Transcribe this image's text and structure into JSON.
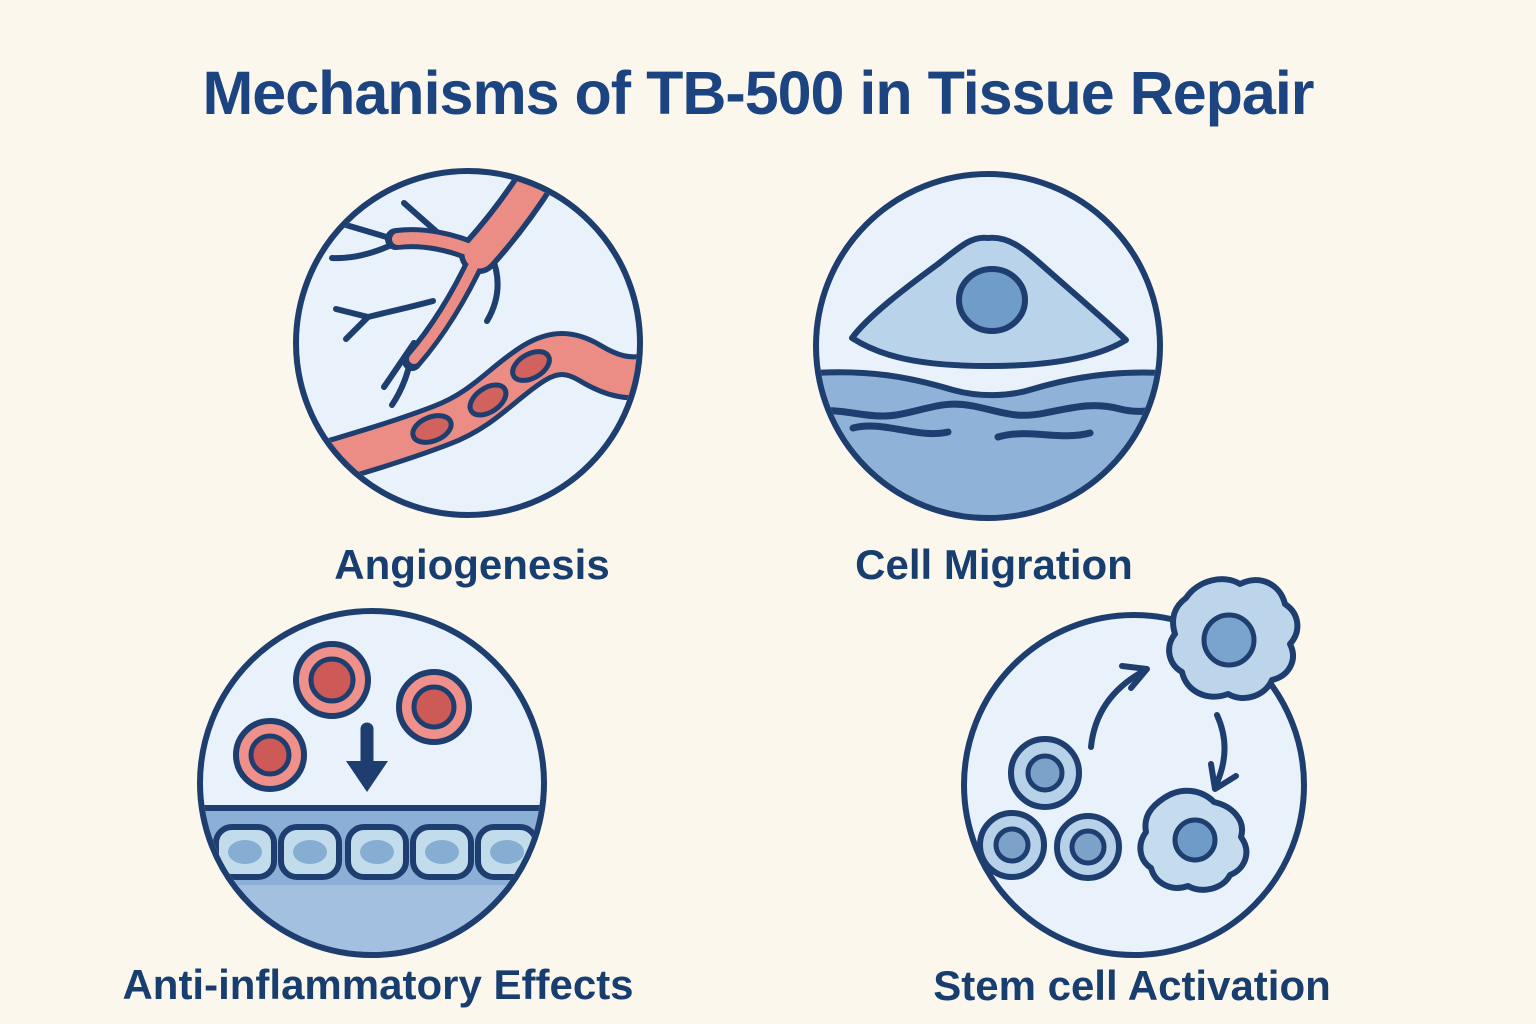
{
  "title": "Mechanisms of TB-500 in Tissue Repair",
  "figures": [
    {
      "id": "angiogenesis",
      "label": "Angiogenesis",
      "icon": "angiogenesis-vessels-icon"
    },
    {
      "id": "cell-migration",
      "label": "Cell Migration",
      "icon": "migrating-cell-icon"
    },
    {
      "id": "anti-inflammatory",
      "label": "Anti-inflammatory Effects",
      "icon": "red-cells-arrow-tissue-icon"
    },
    {
      "id": "stem-cell",
      "label": "Stem cell Activation",
      "icon": "stem-cells-arrows-icon"
    }
  ],
  "colors": {
    "background": "#fbf7ed",
    "outline_navy": "#1d3e6e",
    "title_navy": "#1b4480",
    "label_navy": "#173e6f",
    "circle_fill": "#e9f1fa",
    "vessel_salmon": "#ec8d85",
    "blood_cell_red": "#d2625e",
    "tissue_band_blue": "#8fb2d8",
    "tissue_lower_blue": "#a3c0e0",
    "cell_body_blue": "#b9d3ea",
    "epithelial_cell_blue": "#c3dcec",
    "epithelial_nucleus_blue": "#85aed2",
    "nucleus_blue": "#6f9cc9",
    "stem_cell_nucleus_blue": "#7da2c9"
  }
}
